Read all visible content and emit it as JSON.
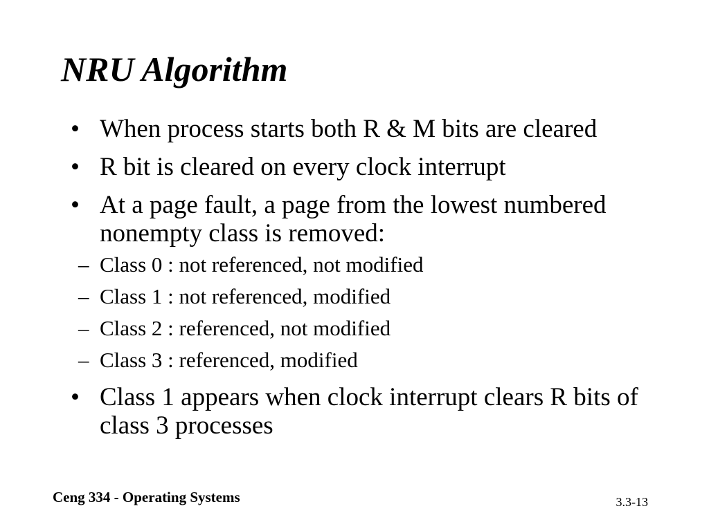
{
  "slide": {
    "title": "NRU Algorithm",
    "bullet_marker": "•",
    "sub_marker": "–",
    "bullets": [
      {
        "text": "When process starts both R & M bits are cleared"
      },
      {
        "text": "R bit is cleared on every clock interrupt"
      },
      {
        "text": "At a page fault, a page from the lowest numbered nonempty class is removed:",
        "subitems": [
          "Class 0 : not referenced, not modified",
          "Class 1 : not referenced, modified",
          "Class 2 : referenced, not modified",
          "Class 3 : referenced, modified"
        ]
      },
      {
        "text": "Class 1 appears when clock interrupt clears R bits of class 3 processes"
      }
    ],
    "footer_left": "Ceng 334 - Operating Systems",
    "footer_right": "3.3-13"
  }
}
